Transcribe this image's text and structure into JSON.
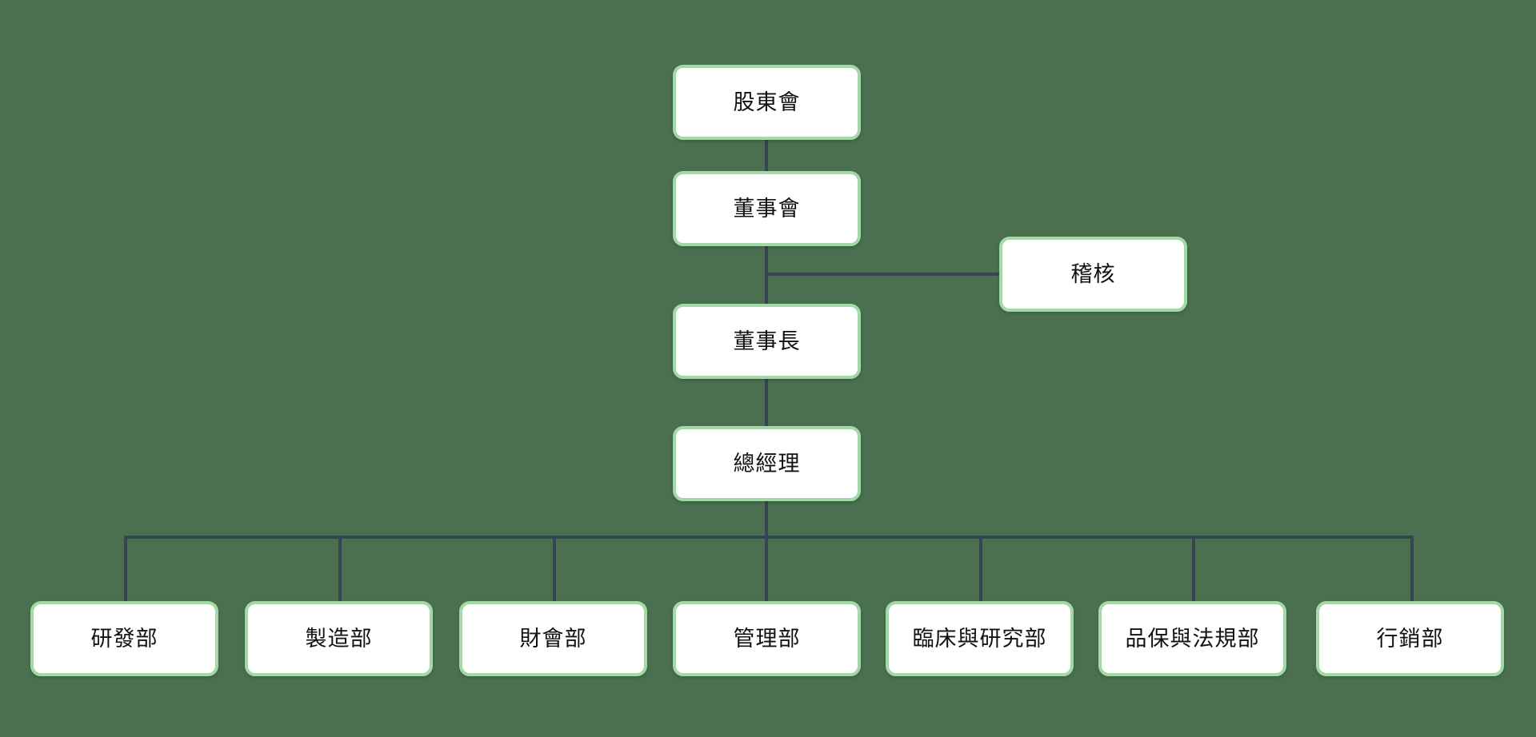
{
  "chart": {
    "type": "org-chart",
    "title": "",
    "background_color": "#4a7050",
    "node_fill_color": "#ffffff",
    "node_border_color": "#a3d9a5",
    "connector_color": "#36454f",
    "text_color": "#111111"
  },
  "nodes": {
    "shareholders": {
      "label": "股東會",
      "level": 1
    },
    "board": {
      "label": "董事會",
      "level": 2
    },
    "audit": {
      "label": "稽核",
      "level": 2
    },
    "chairman": {
      "label": "董事長",
      "level": 3
    },
    "general_manager": {
      "label": "總經理",
      "level": 4
    }
  },
  "departments": [
    {
      "label": "研發部"
    },
    {
      "label": "製造部"
    },
    {
      "label": "財會部"
    },
    {
      "label": "管理部"
    },
    {
      "label": "臨床與研究部"
    },
    {
      "label": "品保與法規部"
    },
    {
      "label": "行銷部"
    }
  ]
}
